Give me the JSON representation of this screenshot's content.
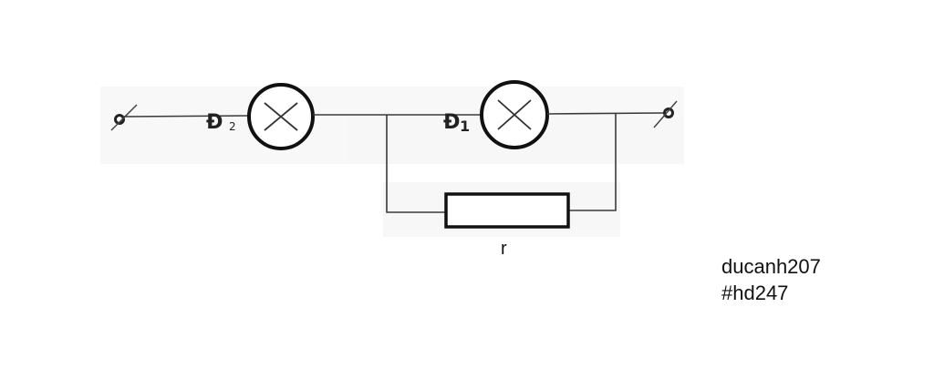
{
  "diagram": {
    "lamp_d2": {
      "label": "Đ",
      "subscript": "2"
    },
    "lamp_d1": {
      "label": "Đ",
      "subscript": "1"
    },
    "resistor": {
      "label": "r"
    },
    "colors": {
      "wire": "#3a3a3a",
      "lamp_outline": "#111111",
      "resistor_outline": "#111111",
      "background": "#ffffff"
    }
  },
  "watermark": {
    "line1": "ducanh207",
    "line2": "#hd247"
  }
}
